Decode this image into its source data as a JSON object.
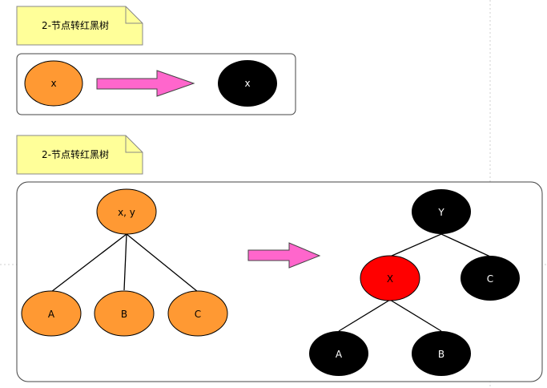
{
  "notes": {
    "first": "2-节点转红黑树",
    "second": "2-节点转红黑树"
  },
  "nodes": {
    "top_left_x": "x",
    "top_right_x": "x",
    "two_three_root": "x, y",
    "left_a": "A",
    "left_b": "B",
    "left_c": "C",
    "right_y": "Y",
    "right_x": "X",
    "right_c": "C",
    "right_a": "A",
    "right_b": "B"
  },
  "colors": {
    "orange": "#FF9933",
    "black": "#000000",
    "red": "#FF0000",
    "arrow_pink": "#FF66CC",
    "note_yellow": "#FFFF99"
  }
}
